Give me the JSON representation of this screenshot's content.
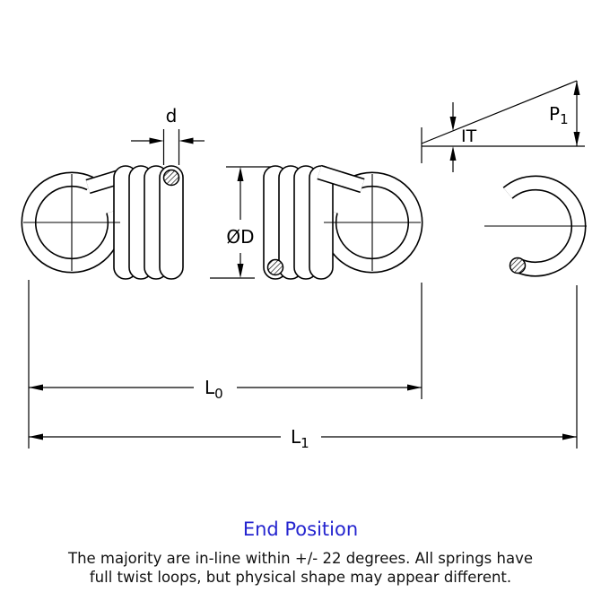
{
  "labels": {
    "wire_diameter": "d",
    "outer_diameter": "ØD",
    "initial_tension": "IT",
    "p_main": "P",
    "p_sub": "1",
    "l0_main": "L",
    "l0_sub": "0",
    "l1_main": "L",
    "l1_sub": "1"
  },
  "caption": {
    "title": "End Position",
    "line1": "The majority are in-line within +/- 22 degrees. All springs have",
    "line2": "full twist loops, but physical shape may appear different."
  },
  "colors": {
    "line": "#000000",
    "background": "#ffffff",
    "title_blue": "#2525cf",
    "note_text": "#111111"
  }
}
